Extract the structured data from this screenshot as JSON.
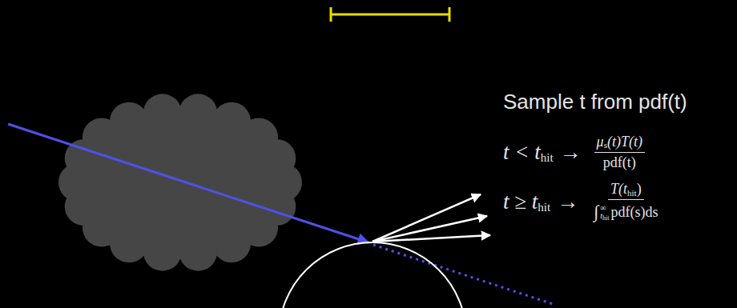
{
  "diagram": {
    "labels": [
      "Sample t from pdf(t)",
      "t < t",
      "hit",
      "→",
      "μ",
      "s",
      "(t)T(t)",
      "pdf(t)",
      "t ≥ t",
      "hit",
      "→",
      "T(t",
      "hit",
      ")",
      "∫",
      "t",
      "hit",
      "∞",
      "pdf(s)ds"
    ]
  }
}
